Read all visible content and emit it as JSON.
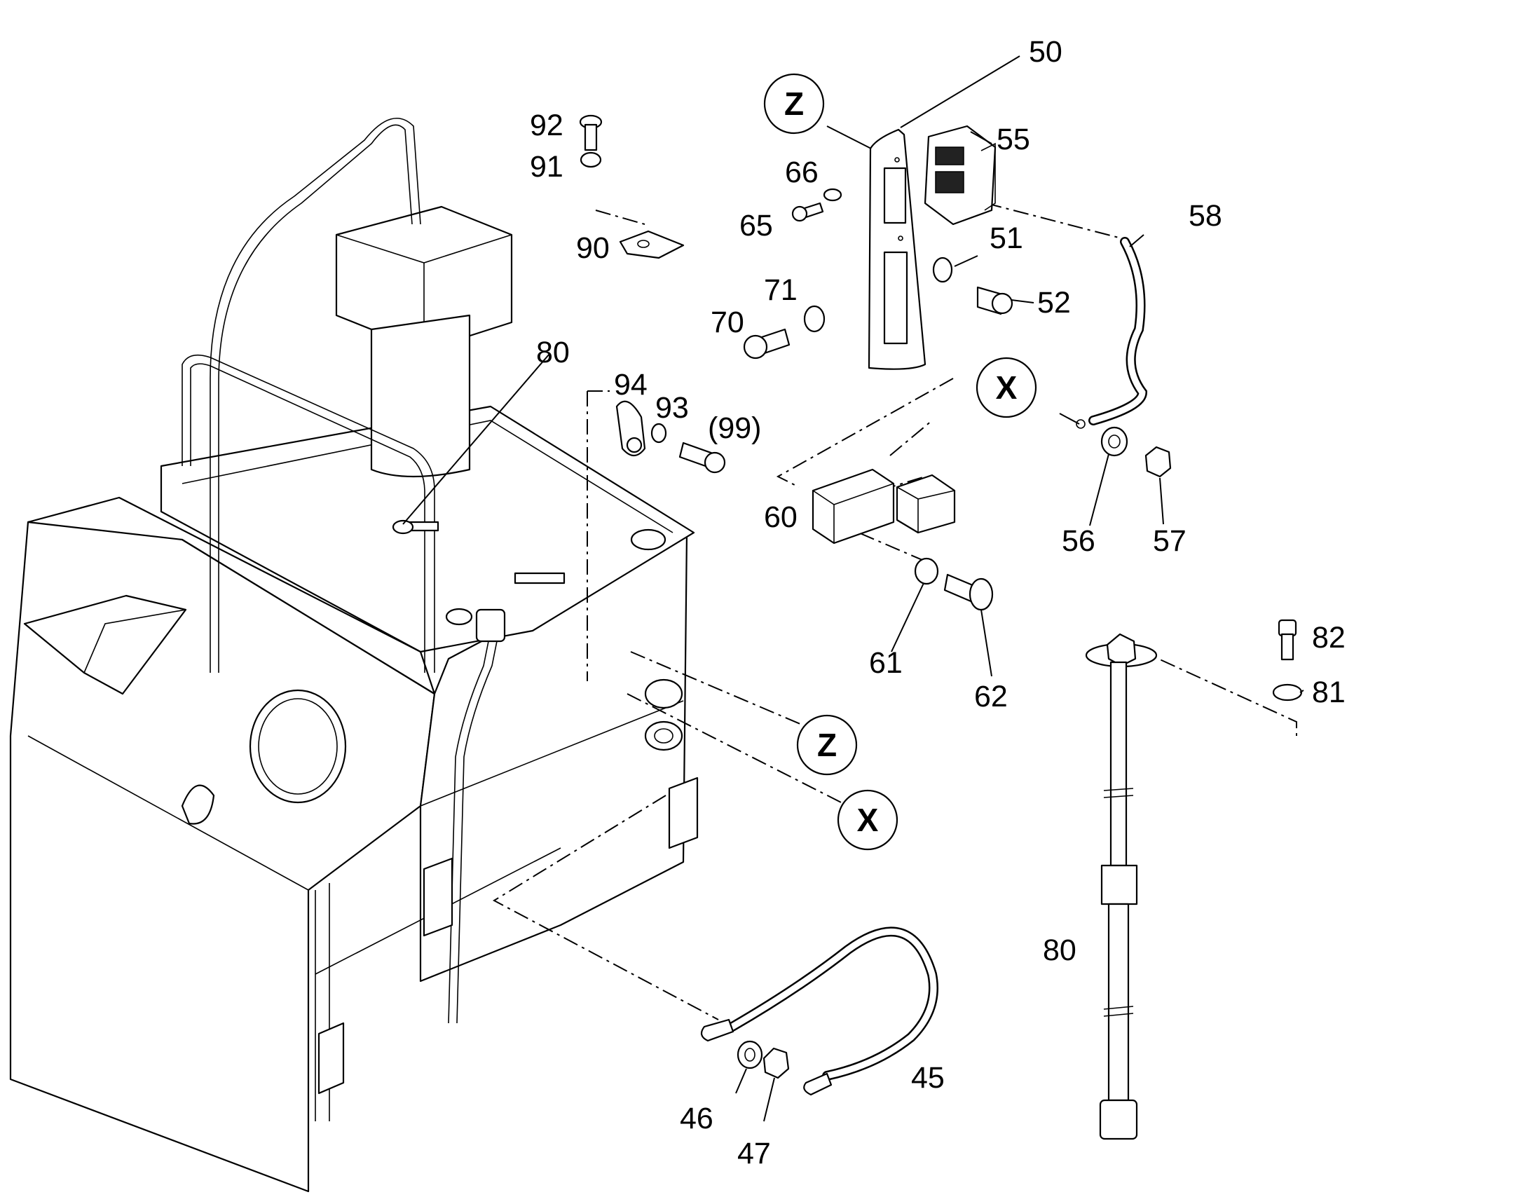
{
  "callouts": {
    "c50": "50",
    "c55": "55",
    "c66": "66",
    "c65": "65",
    "c51": "51",
    "c58": "58",
    "c71": "71",
    "c70": "70",
    "c52": "52",
    "c92": "92",
    "c91": "91",
    "c90": "90",
    "c80a": "80",
    "c94": "94",
    "c93": "93",
    "c99": "(99)",
    "c60": "60",
    "c56": "56",
    "c57": "57",
    "c61": "61",
    "c62": "62",
    "c82": "82",
    "c81": "81",
    "c80b": "80",
    "c45": "45",
    "c46": "46",
    "c47": "47"
  },
  "references": {
    "z_top": "Z",
    "x_right": "X",
    "z_mid": "Z",
    "x_mid": "X"
  }
}
